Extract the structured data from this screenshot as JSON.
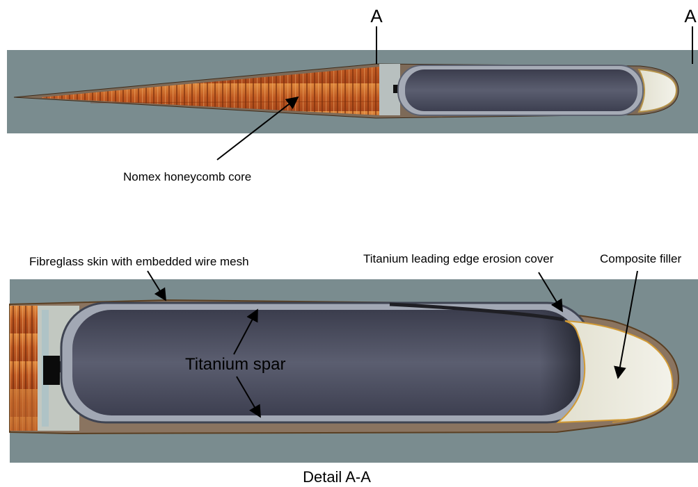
{
  "top_view": {
    "section_marker_left": "A",
    "section_marker_right": "A",
    "core_label": "Nomex honeycomb core"
  },
  "detail_view": {
    "skin_label": "Fibreglass skin with embedded wire mesh",
    "erosion_cover_label": "Titanium leading edge erosion cover",
    "filler_label": "Composite filler",
    "spar_label": "Titanium spar",
    "caption": "Detail A-A"
  },
  "colors": {
    "background_panel": "#7a8c8f",
    "honeycomb": "#c8622a",
    "spar_cavity": "#4a4c5c",
    "filler": "#ecebe0",
    "titanium": "#9aa0ac"
  }
}
